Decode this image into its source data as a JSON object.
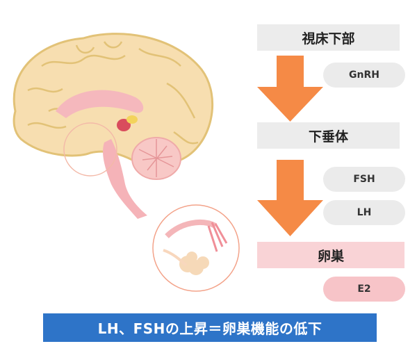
{
  "flow": {
    "hypothalamus": "視床下部",
    "gnrh": "GnRH",
    "pituitary": "下垂体",
    "fsh": "FSH",
    "lh": "LH",
    "ovary": "卵巣",
    "e2": "E2"
  },
  "banner": {
    "text": "LH、FSHの上昇＝卵巣機能の低下"
  },
  "colors": {
    "arrow": "#f58a46",
    "banner": "#2e74c8",
    "grey_box": "#ececec",
    "pink_box": "#f9d3d6"
  }
}
